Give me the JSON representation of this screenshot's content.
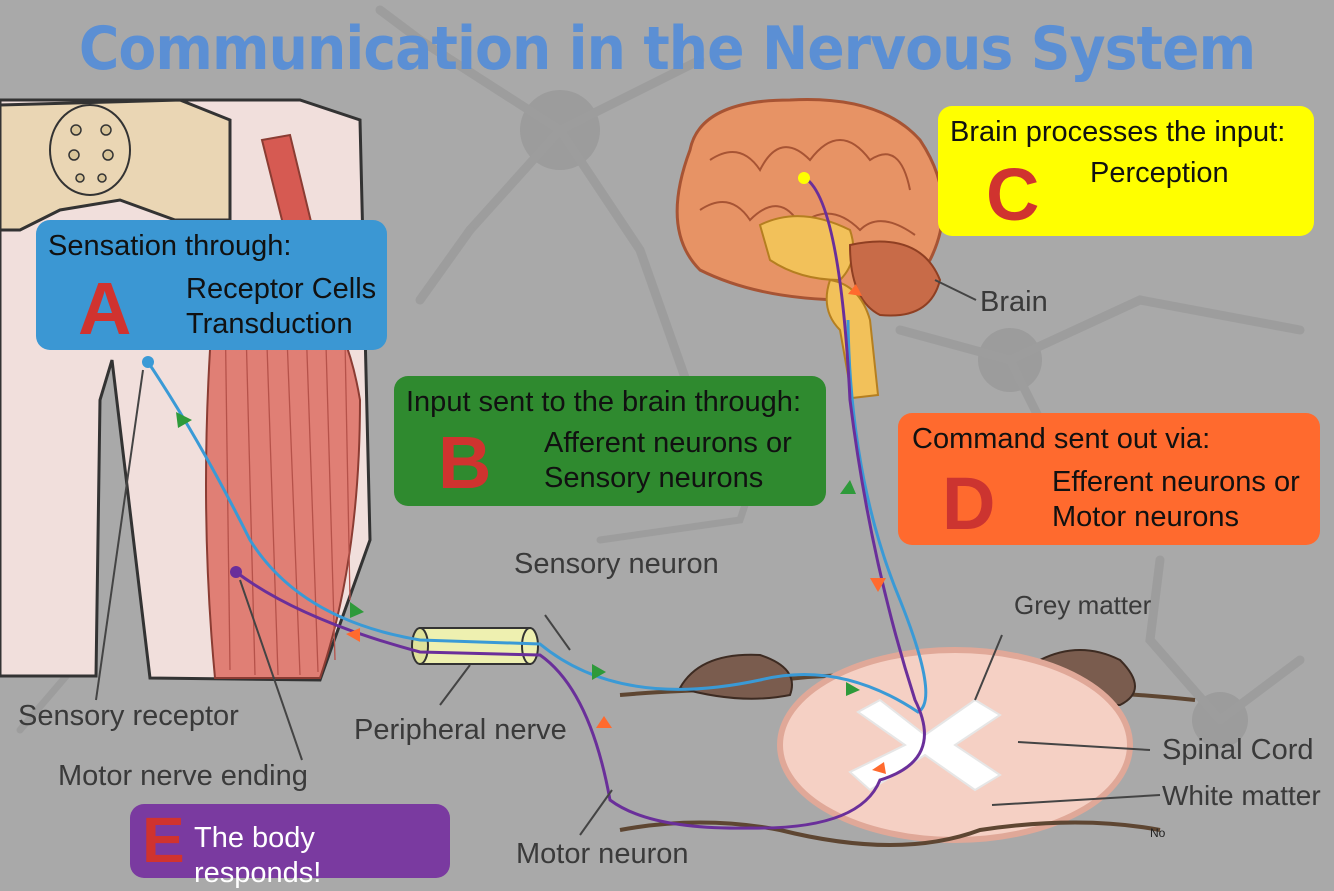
{
  "title": "Communication in the Nervous System",
  "boxes": {
    "a": {
      "heading": "Sensation through:",
      "letter": "A",
      "line1": "Receptor Cells",
      "line2": "Transduction",
      "color": "#3b97d3"
    },
    "b": {
      "heading": "Input sent to the brain through:",
      "letter": "B",
      "line1": "Afferent neurons or",
      "line2": "Sensory neurons",
      "color": "#2f8a2f"
    },
    "c": {
      "heading": "Brain processes the input:",
      "letter": "C",
      "line1": "Perception",
      "color": "#ffff00"
    },
    "d": {
      "heading": "Command sent out via:",
      "letter": "D",
      "line1": "Efferent neurons or",
      "line2": "Motor neurons",
      "color": "#ff6a2e"
    },
    "e": {
      "letter": "E",
      "text": "The body responds!",
      "color": "#7a3aa0"
    }
  },
  "labels": {
    "brain": "Brain",
    "sensory_neuron": "Sensory neuron",
    "grey_matter": "Grey matter",
    "spinal_cord": "Spinal Cord",
    "white_matter": "White matter",
    "sensory_receptor": "Sensory receptor",
    "peripheral_nerve": "Peripheral nerve",
    "motor_nerve_ending": "Motor nerve ending",
    "motor_neuron": "Motor neuron",
    "no_mark": "No"
  },
  "colors": {
    "sensory_path": "#3a9ad6",
    "motor_path": "#6a2f9a",
    "sensory_arrow": "#2e9a3a",
    "motor_arrow": "#ff6a2e",
    "letter": "#d0332f"
  }
}
